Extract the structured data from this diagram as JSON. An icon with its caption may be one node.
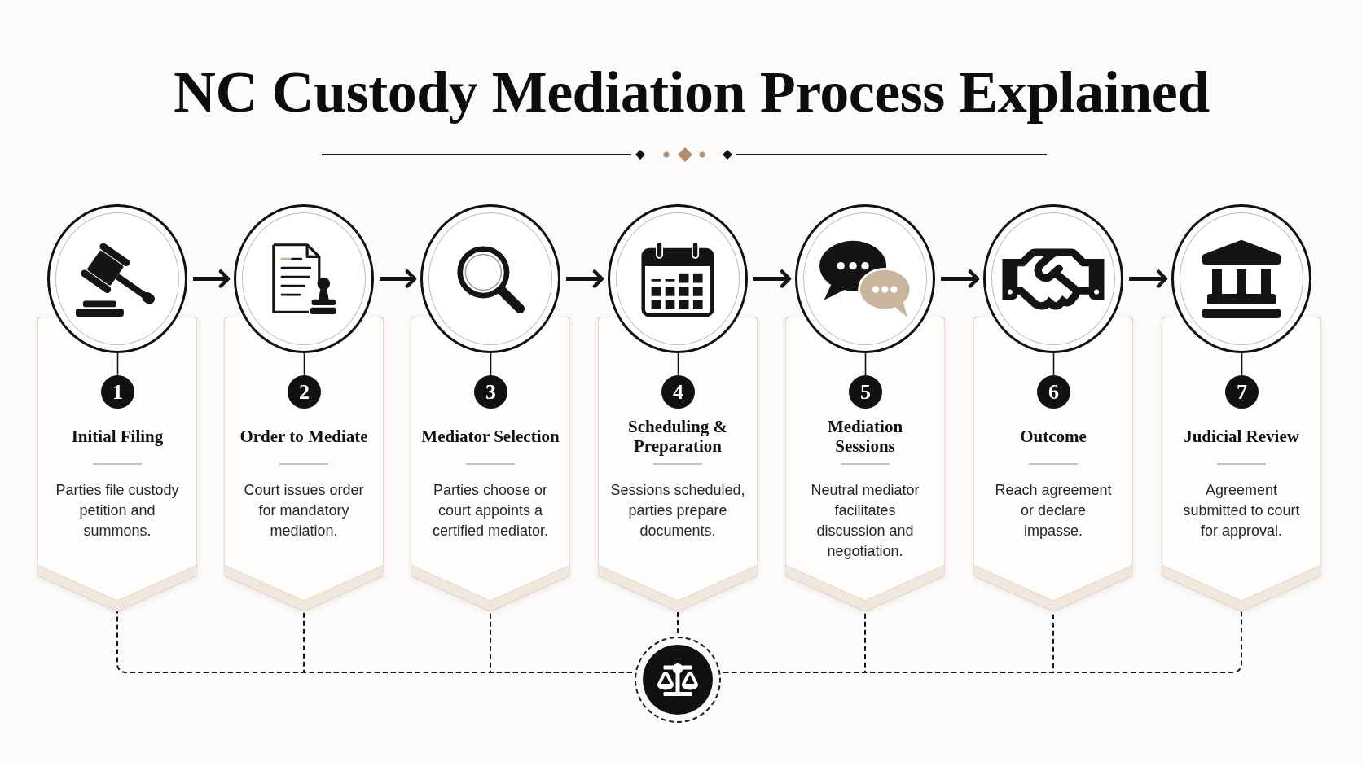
{
  "diagram": {
    "title": "NC Custody Mediation Process Explained",
    "nodes": [
      {
        "text": [],
        "shape": "circle"
      },
      {
        "text": [
          "Initial Filing",
          "Parties file custody petition and summons."
        ]
      },
      {
        "text": [
          "1"
        ],
        "in": 1
      },
      {
        "text": [],
        "shape": "circle"
      },
      {
        "text": [
          "Order to Mediate",
          "Court issues order for mandatory mediation."
        ]
      },
      {
        "text": [
          "2"
        ],
        "in": 4
      },
      {
        "text": [],
        "shape": "circle"
      },
      {
        "text": [
          "Mediator Selection",
          "Parties choose or court appoints a certified mediator."
        ]
      },
      {
        "text": [
          "3"
        ],
        "in": 7
      },
      {
        "text": [],
        "shape": "circle"
      },
      {
        "text": [
          "Scheduling & Preparation",
          "Sessions scheduled, parties prepare documents."
        ]
      },
      {
        "text": [
          "4"
        ],
        "in": 10
      },
      {
        "text": [],
        "shape": "circle"
      },
      {
        "text": [
          "Mediation Sessions",
          "Neutral mediator facilitates discussion and negotiation."
        ]
      },
      {
        "text": [
          "5"
        ],
        "in": 13
      },
      {
        "text": [],
        "shape": "circle"
      },
      {
        "text": [
          "Outcome",
          "Reach agreement or declare impasse."
        ]
      },
      {
        "text": [
          "6"
        ],
        "in": 16
      },
      {
        "text": [],
        "shape": "circle"
      },
      {
        "text": [
          "Judicial Review",
          "Agreement submitted to court for approval."
        ]
      },
      {
        "text": [
          "7"
        ],
        "in": 19
      },
      {
        "text": [],
        "shape": "circle"
      }
    ],
    "edges": [
      {
        "from": 0,
        "to": 3,
        "arrow": "to",
        "style": "thick"
      },
      {
        "from": 3,
        "to": 6,
        "arrow": "to",
        "style": "thick"
      },
      {
        "from": 6,
        "to": 9,
        "arrow": "to",
        "style": "thick"
      },
      {
        "from": 9,
        "to": 12,
        "arrow": "to",
        "style": "thick"
      },
      {
        "from": 12,
        "to": 15,
        "arrow": "to",
        "style": "thick"
      },
      {
        "from": 15,
        "to": 18,
        "arrow": "to",
        "style": "thick"
      },
      {
        "from": 0,
        "to": 2,
        "arrow": "none"
      },
      {
        "from": 3,
        "to": 5,
        "arrow": "none"
      },
      {
        "from": 6,
        "to": 8,
        "arrow": "none"
      },
      {
        "from": 9,
        "to": 11,
        "arrow": "none"
      },
      {
        "from": 12,
        "to": 14,
        "arrow": "none"
      },
      {
        "from": 15,
        "to": 17,
        "arrow": "none"
      },
      {
        "from": 18,
        "to": 20,
        "arrow": "none"
      },
      {
        "from": 1,
        "to": 21,
        "arrow": "none",
        "style": "dashed"
      },
      {
        "from": 4,
        "to": 21,
        "arrow": "none",
        "style": "dashed"
      },
      {
        "from": 7,
        "to": 21,
        "arrow": "none",
        "style": "dashed"
      },
      {
        "from": 10,
        "to": 21,
        "arrow": "none",
        "style": "dashed"
      },
      {
        "from": 13,
        "to": 21,
        "arrow": "none",
        "style": "dashed"
      },
      {
        "from": 16,
        "to": 21,
        "arrow": "none",
        "style": "dashed"
      },
      {
        "from": 19,
        "to": 21,
        "arrow": "none",
        "style": "dashed"
      }
    ]
  }
}
